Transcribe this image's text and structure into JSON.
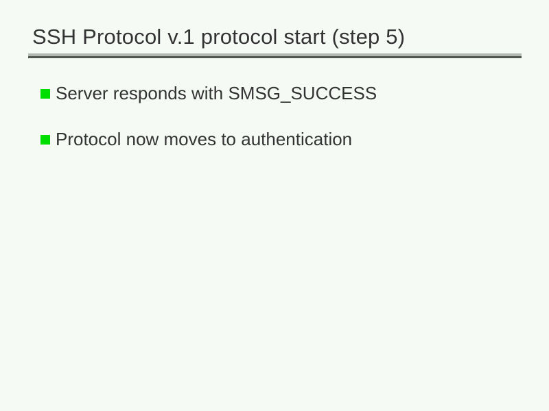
{
  "slide": {
    "title": "SSH Protocol v.1 protocol start (step 5)",
    "bullets": [
      {
        "label": "Server responds with SMSG_SUCCESS"
      },
      {
        "label": "Protocol now moves to authentication"
      }
    ]
  },
  "colors": {
    "background": "#f5faf5",
    "title_text": "#333333",
    "body_text": "#333333",
    "bullet_green": "#00dd00",
    "rule_light_gray": "#b2b8b2",
    "rule_dark_gray": "#51564f"
  }
}
